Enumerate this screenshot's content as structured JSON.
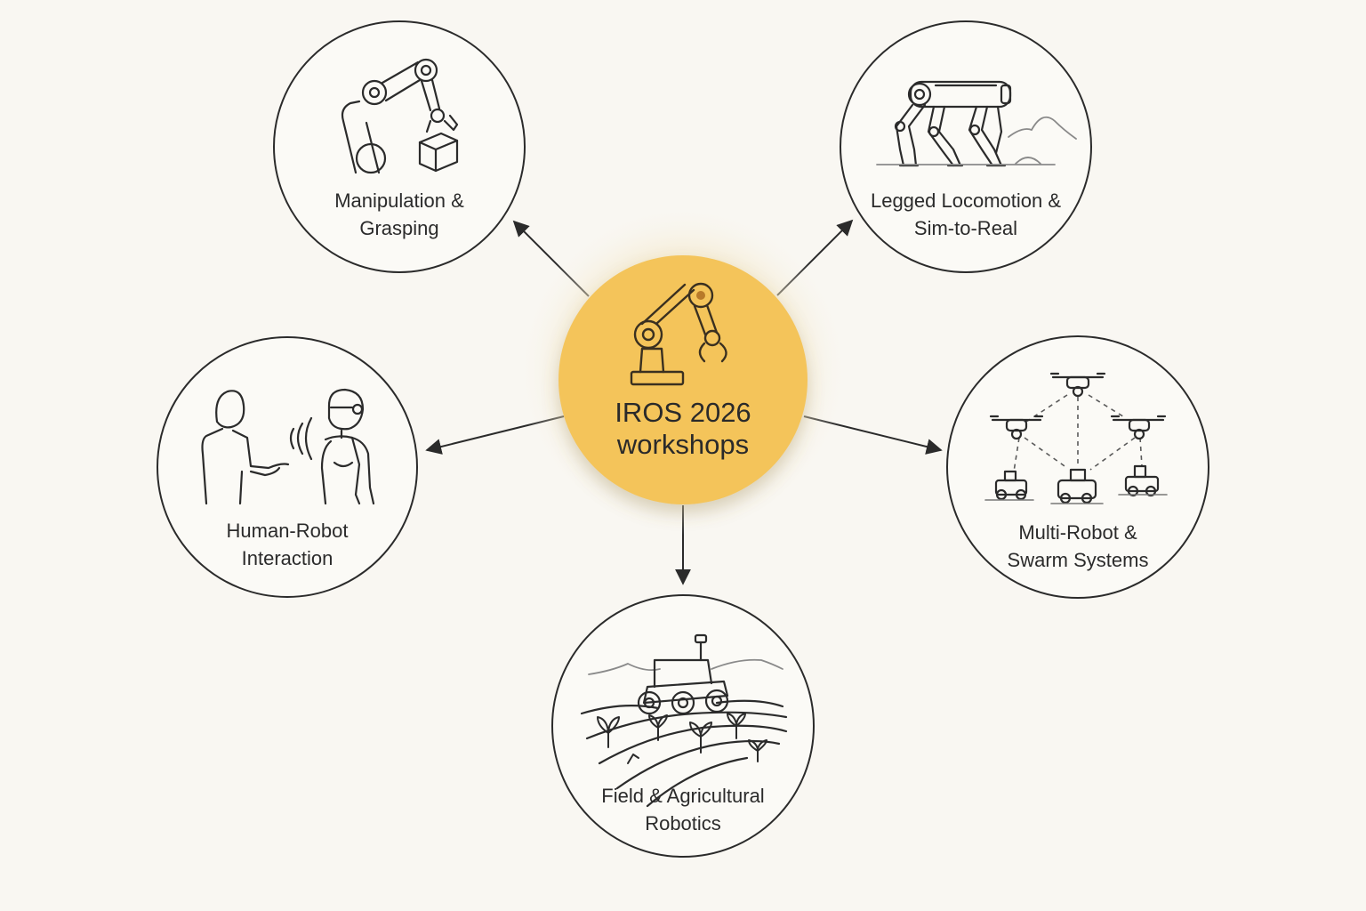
{
  "hub": {
    "line1": "IROS 2026",
    "line2": "workshops"
  },
  "topics": [
    {
      "line1": "Manipulation &",
      "line2": "Grasping",
      "icon": "robot-arm-grasping-icon"
    },
    {
      "line1": "Legged Locomotion &",
      "line2": "Sim-to-Real",
      "icon": "quadruped-robot-icon"
    },
    {
      "line1": "Human-Robot",
      "line2": "Interaction",
      "icon": "human-and-robot-icon"
    },
    {
      "line1": "Multi-Robot &",
      "line2": "Swarm Systems",
      "icon": "drone-swarm-icon"
    },
    {
      "line1": "Field & Agricultural",
      "line2": "Robotics",
      "icon": "field-rover-icon"
    }
  ],
  "colors": {
    "background": "#f9f7f2",
    "hub_fill": "#f4c45a",
    "hub_glow": "#f5ecd6",
    "stroke": "#2b2b2b",
    "muted_stroke": "#8a8a8a"
  }
}
